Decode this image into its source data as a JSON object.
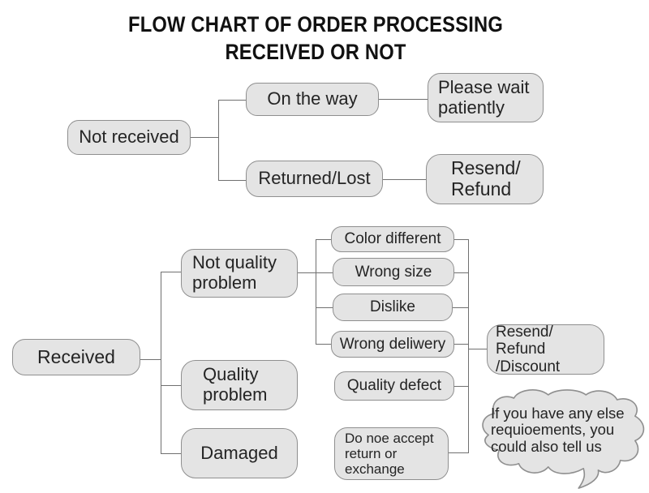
{
  "title": {
    "line1": "FLOW CHART OF ORDER PROCESSING",
    "line2": "RECEIVED OR NOT"
  },
  "colors": {
    "background": "#ffffff",
    "box_fill": "#e4e4e4",
    "box_border": "#8f8f8f",
    "connector": "#707070",
    "text": "#242424",
    "title": "#111111"
  },
  "nodes": {
    "not_received": "Not received",
    "on_the_way": "On the way",
    "returned_lost": "Returned/Lost",
    "please_wait": "Please wait\npatiently",
    "resend_refund": "Resend/\nRefund",
    "received": "Received",
    "not_quality_problem": "Not quality\nproblem",
    "color_different": "Color different",
    "wrong_size": "Wrong size",
    "dislike": "Dislike",
    "wrong_delivery": "Wrong deliwery",
    "quality_problem": "Quality\nproblem",
    "quality_defect": "Quality defect",
    "damaged": "Damaged",
    "no_return_exchange": "Do noe accept\nreturn or\nexchange",
    "resend_refund_discount": "Resend/ Refund\n/Discount"
  },
  "speech_bubble": {
    "text": "If you have any else\nrequioements, you\ncould also tell us"
  },
  "edges": [
    [
      "not_received",
      "on_the_way"
    ],
    [
      "not_received",
      "returned_lost"
    ],
    [
      "on_the_way",
      "please_wait"
    ],
    [
      "returned_lost",
      "resend_refund"
    ],
    [
      "received",
      "not_quality_problem"
    ],
    [
      "received",
      "quality_problem"
    ],
    [
      "received",
      "damaged"
    ],
    [
      "not_quality_problem",
      "color_different"
    ],
    [
      "not_quality_problem",
      "wrong_size"
    ],
    [
      "not_quality_problem",
      "dislike"
    ],
    [
      "not_quality_problem",
      "wrong_delivery"
    ],
    [
      "quality_problem",
      "quality_defect"
    ],
    [
      "damaged",
      "no_return_exchange"
    ],
    [
      "color_different",
      "resend_refund_discount"
    ],
    [
      "wrong_size",
      "resend_refund_discount"
    ],
    [
      "dislike",
      "resend_refund_discount"
    ],
    [
      "wrong_delivery",
      "resend_refund_discount"
    ],
    [
      "quality_defect",
      "resend_refund_discount"
    ],
    [
      "no_return_exchange",
      "resend_refund_discount"
    ]
  ]
}
